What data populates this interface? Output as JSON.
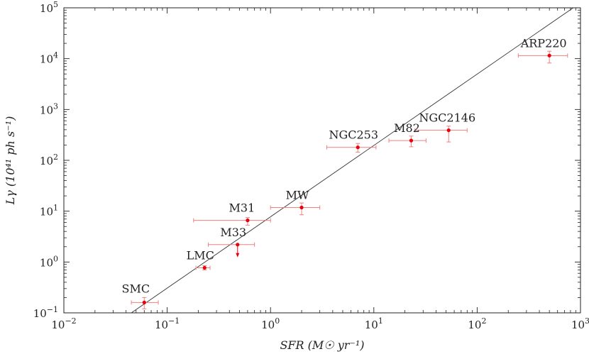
{
  "chart_data": {
    "type": "scatter",
    "x_scale": "log",
    "y_scale": "log",
    "xlim": [
      0.01,
      1000
    ],
    "ylim": [
      0.1,
      100000
    ],
    "xlabel": "SFR (M☉ yr⁻¹)",
    "ylabel": "Lγ (10⁴¹ ph s⁻¹)",
    "grid": false,
    "x_ticks": [
      {
        "value": 0.01,
        "base": "10",
        "exp": "−2"
      },
      {
        "value": 0.1,
        "base": "10",
        "exp": "−1"
      },
      {
        "value": 1,
        "base": "10",
        "exp": "0"
      },
      {
        "value": 10,
        "base": "10",
        "exp": "1"
      },
      {
        "value": 100,
        "base": "10",
        "exp": "2"
      },
      {
        "value": 1000,
        "base": "10",
        "exp": "3"
      }
    ],
    "y_ticks": [
      {
        "value": 0.1,
        "base": "10",
        "exp": "−1"
      },
      {
        "value": 1,
        "base": "10",
        "exp": "0"
      },
      {
        "value": 10,
        "base": "10",
        "exp": "1"
      },
      {
        "value": 100,
        "base": "10",
        "exp": "2"
      },
      {
        "value": 1000,
        "base": "10",
        "exp": "3"
      },
      {
        "value": 10000,
        "base": "10",
        "exp": "4"
      },
      {
        "value": 100000,
        "base": "10",
        "exp": "5"
      }
    ],
    "fit_line": {
      "x": [
        0.045,
        850
      ],
      "y": [
        0.1,
        100000
      ]
    },
    "points": [
      {
        "label": "SMC",
        "x": 0.06,
        "y": 0.16,
        "xerr": [
          0.045,
          0.082
        ],
        "yerr": [
          0.12,
          0.2
        ],
        "upper_limit": false
      },
      {
        "label": "LMC",
        "x": 0.23,
        "y": 0.77,
        "xerr": [
          0.19,
          0.26
        ],
        "yerr": [
          0.7,
          0.85
        ],
        "upper_limit": false
      },
      {
        "label": "M33",
        "x": 0.48,
        "y": 2.2,
        "xerr": [
          0.25,
          0.7
        ],
        "yerr": [
          2.2,
          2.2
        ],
        "upper_limit": true
      },
      {
        "label": "M31",
        "x": 0.6,
        "y": 6.6,
        "xerr": [
          0.18,
          1.0
        ],
        "yerr": [
          5.3,
          7.5
        ],
        "upper_limit": false
      },
      {
        "label": "MW",
        "x": 2.0,
        "y": 11.8,
        "xerr": [
          1.0,
          3.0
        ],
        "yerr": [
          8.5,
          14.5
        ],
        "upper_limit": false
      },
      {
        "label": "NGC253",
        "x": 7.0,
        "y": 180,
        "xerr": [
          3.5,
          10.5
        ],
        "yerr": [
          145,
          215
        ],
        "upper_limit": false
      },
      {
        "label": "M82",
        "x": 23,
        "y": 245,
        "xerr": [
          14,
          32
        ],
        "yerr": [
          185,
          300
        ],
        "upper_limit": false
      },
      {
        "label": "NGC2146",
        "x": 53,
        "y": 390,
        "xerr": [
          25,
          80
        ],
        "yerr": [
          230,
          470
        ],
        "upper_limit": false
      },
      {
        "label": "ARP220",
        "x": 500,
        "y": 11500,
        "xerr": [
          250,
          750
        ],
        "yerr": [
          8200,
          14000
        ],
        "upper_limit": false
      }
    ],
    "colors": {
      "points": "#e8000b",
      "errorbars": "#f08080",
      "line": "#333333",
      "axes": "#222222"
    }
  }
}
